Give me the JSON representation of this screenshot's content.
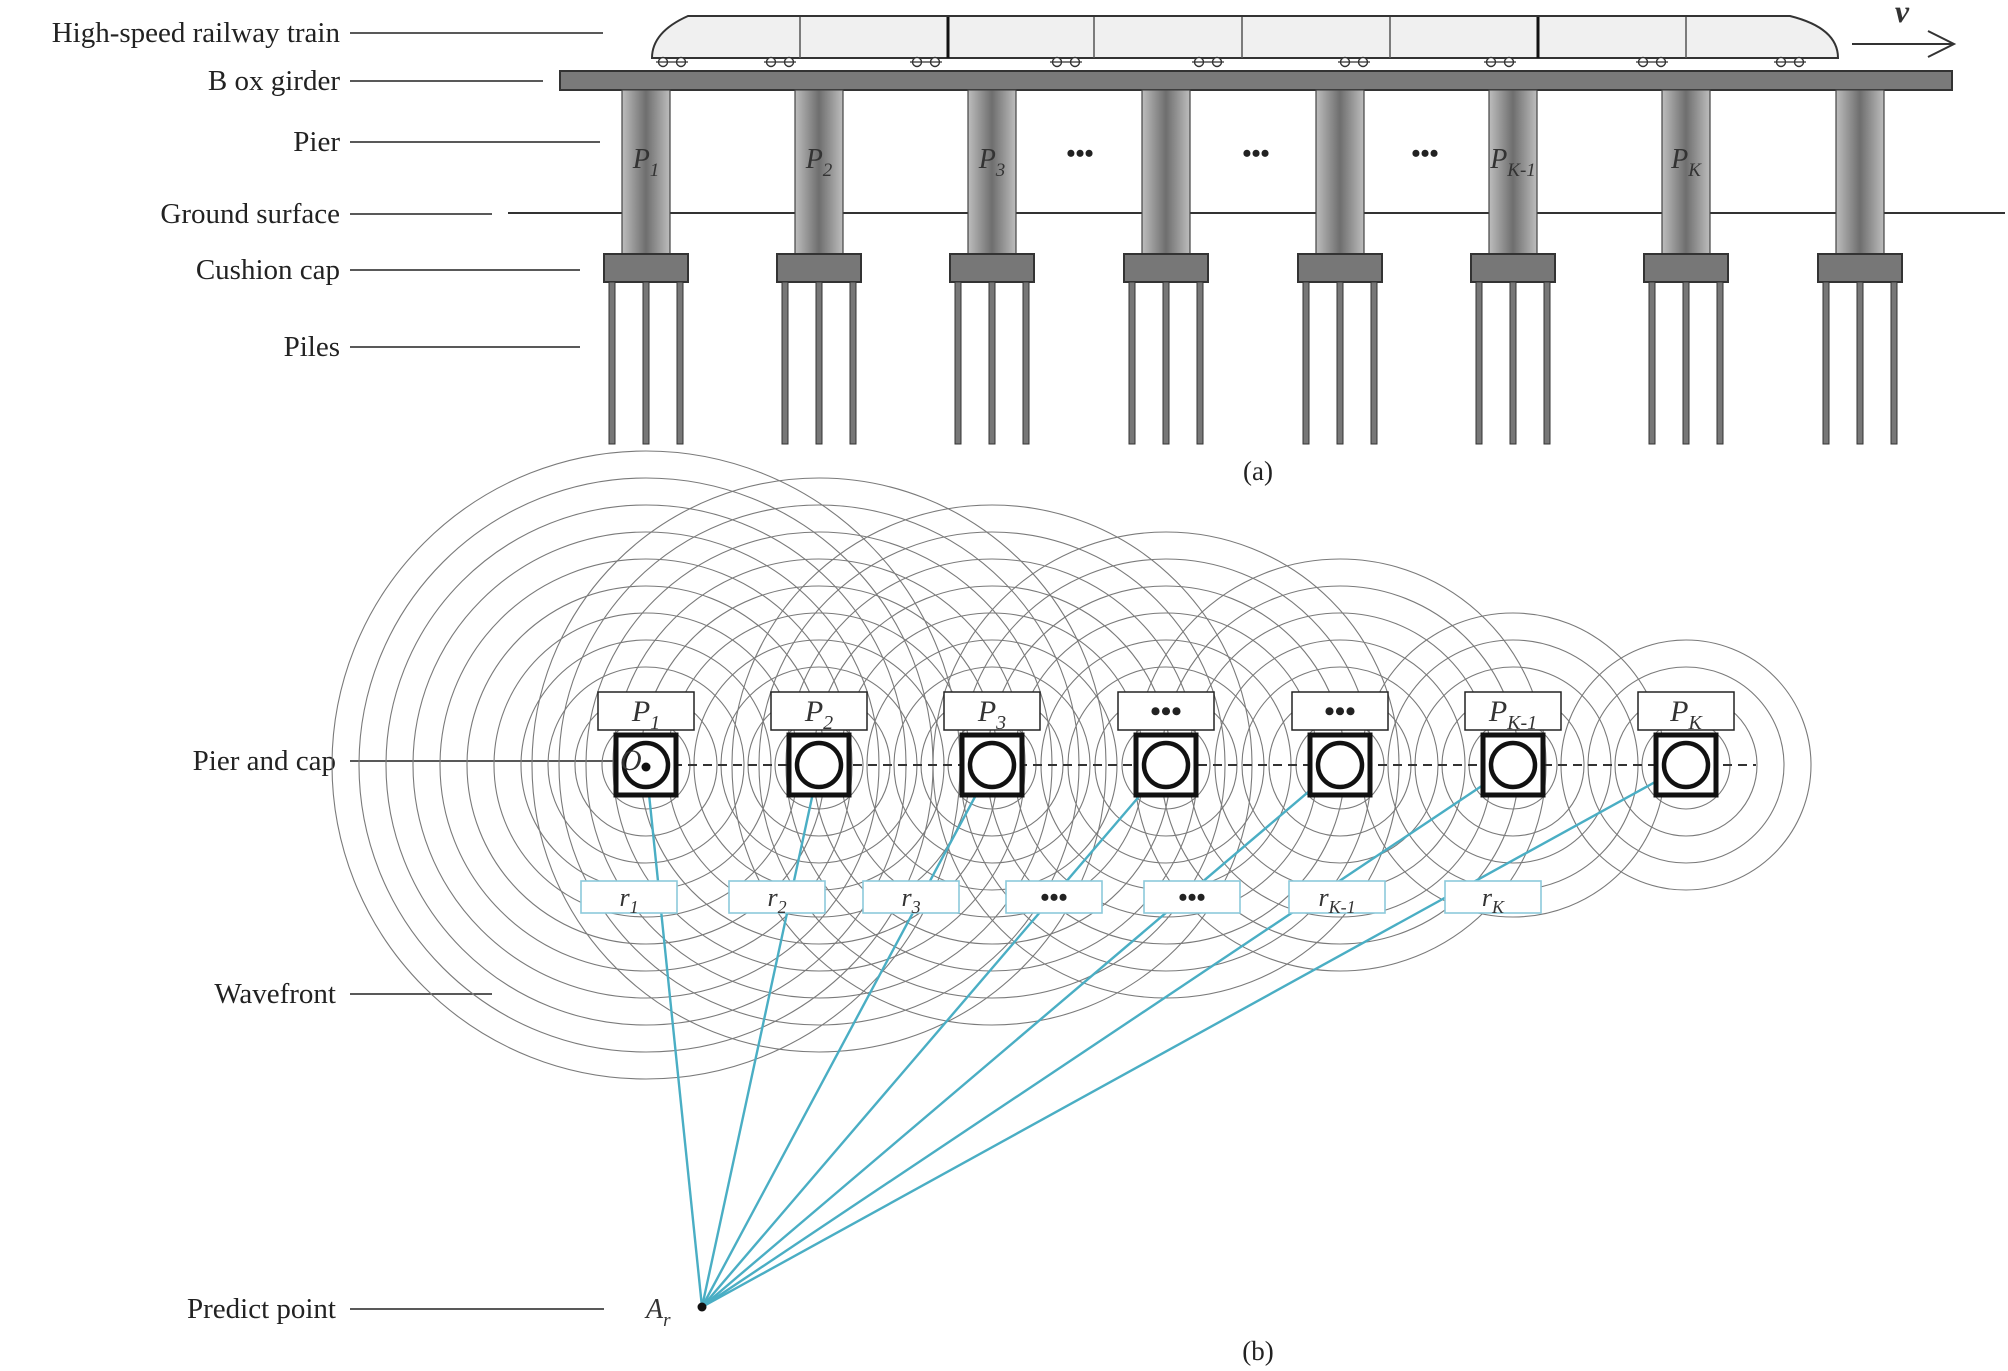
{
  "part_a": {
    "caption": "(a)",
    "labels": {
      "train": "High-speed railway train",
      "girder": "B ox girder",
      "pier": "Pier",
      "ground": "Ground surface",
      "cushion": "Cushion cap",
      "piles": "Piles"
    },
    "velocity_symbol": "v",
    "piers": [
      {
        "main": "P",
        "sub": "1"
      },
      {
        "main": "P",
        "sub": "2"
      },
      {
        "main": "P",
        "sub": "3"
      },
      {
        "main": "P",
        "sub": "K-1"
      },
      {
        "main": "P",
        "sub": "K"
      }
    ],
    "ellipsis": "•••"
  },
  "part_b": {
    "caption": "(b)",
    "labels": {
      "pier_cap": "Pier and cap",
      "wavefront": "Wavefront",
      "predict": "Predict point"
    },
    "origin_symbol": "O",
    "predict_symbol": {
      "main": "A",
      "sub": "r"
    },
    "pier_boxes": [
      {
        "main": "P",
        "sub": "1"
      },
      {
        "main": "P",
        "sub": "2"
      },
      {
        "main": "P",
        "sub": "3"
      },
      {
        "main": "•••",
        "sub": ""
      },
      {
        "main": "•••",
        "sub": ""
      },
      {
        "main": "P",
        "sub": "K-1"
      },
      {
        "main": "P",
        "sub": "K"
      }
    ],
    "distance_boxes": [
      {
        "main": "r",
        "sub": "1"
      },
      {
        "main": "r",
        "sub": "2"
      },
      {
        "main": "r",
        "sub": "3"
      },
      {
        "main": "•••",
        "sub": ""
      },
      {
        "main": "•••",
        "sub": ""
      },
      {
        "main": "r",
        "sub": "K-1"
      },
      {
        "main": "r",
        "sub": "K"
      }
    ],
    "colors": {
      "ray": "#4aaec4",
      "ring": "#7a7a7a",
      "box_border": "#8ccadb"
    }
  }
}
